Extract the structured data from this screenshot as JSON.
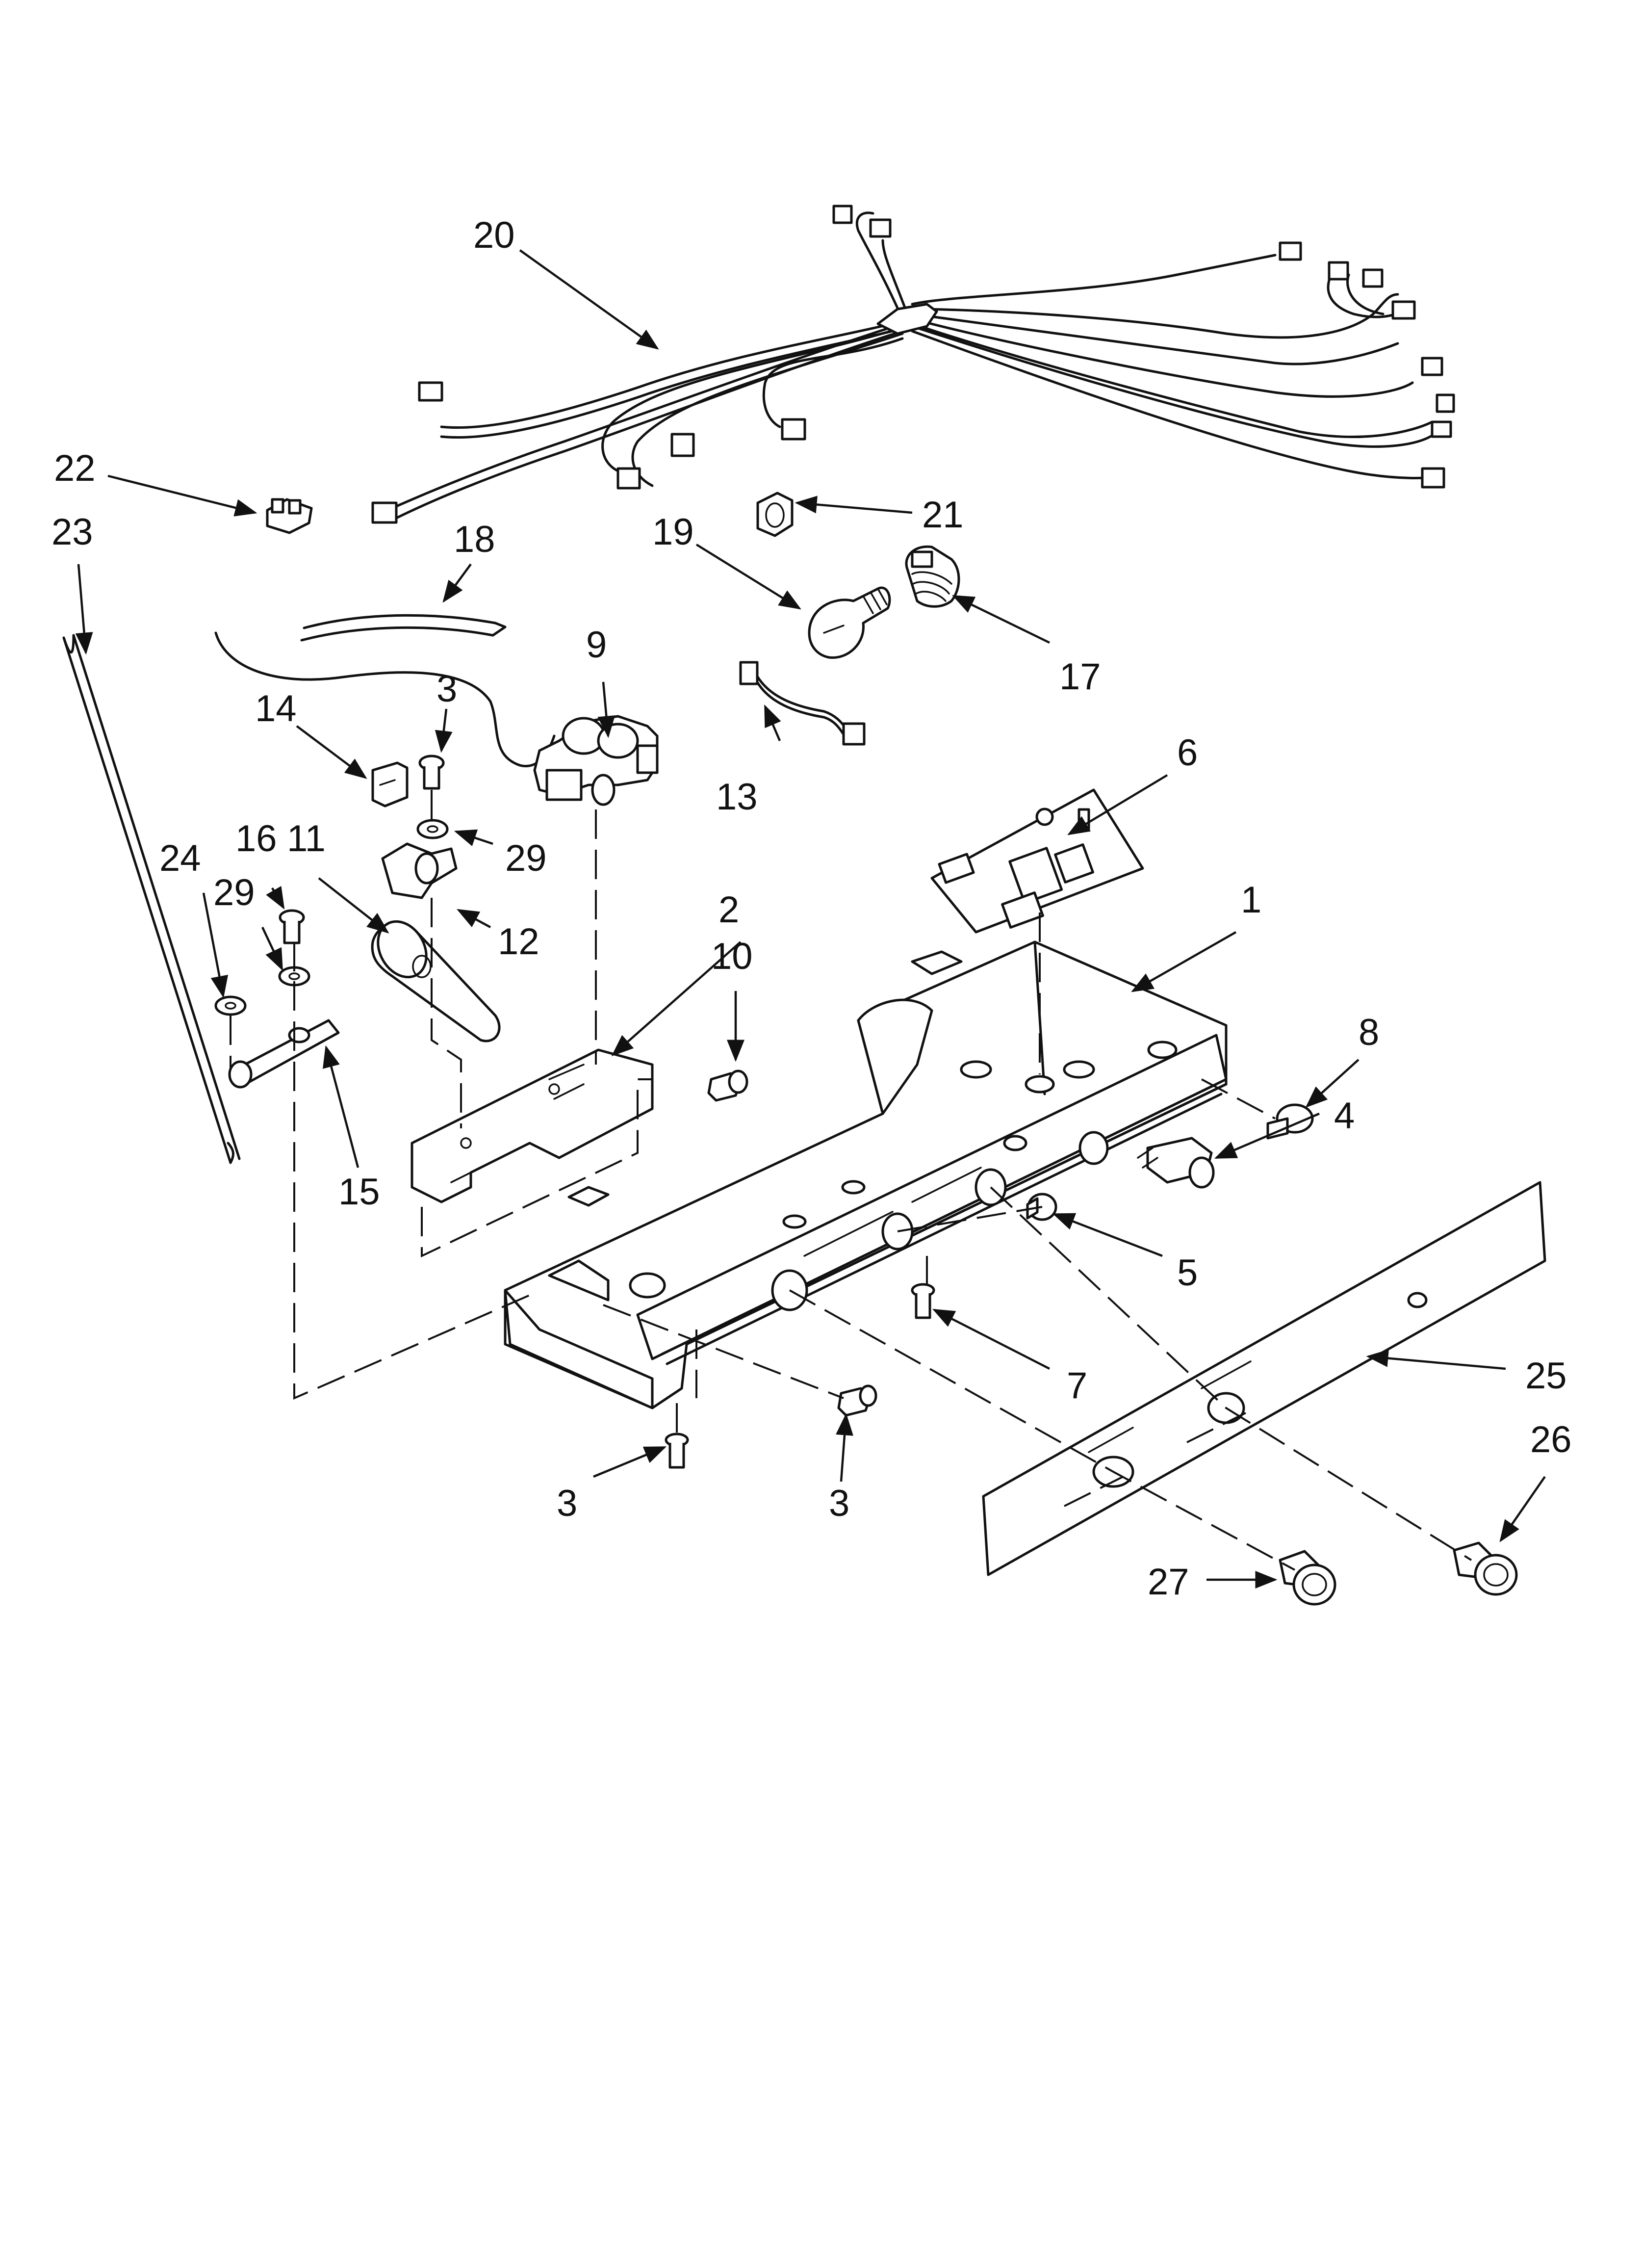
{
  "labels": {
    "l1": "1",
    "l2": "2",
    "l3a": "3",
    "l3b": "3",
    "l3c": "3",
    "l4": "4",
    "l5": "5",
    "l6": "6",
    "l7": "7",
    "l8": "8",
    "l9": "9",
    "l10": "10",
    "l11": "11",
    "l12": "12",
    "l13": "13",
    "l14": "14",
    "l15": "15",
    "l16": "16",
    "l17": "17",
    "l18": "18",
    "l19": "19",
    "l20": "20",
    "l21": "21",
    "l22": "22",
    "l23": "23",
    "l24": "24",
    "l25": "25",
    "l26": "26",
    "l27": "27",
    "l29a": "29",
    "l29b": "29"
  }
}
